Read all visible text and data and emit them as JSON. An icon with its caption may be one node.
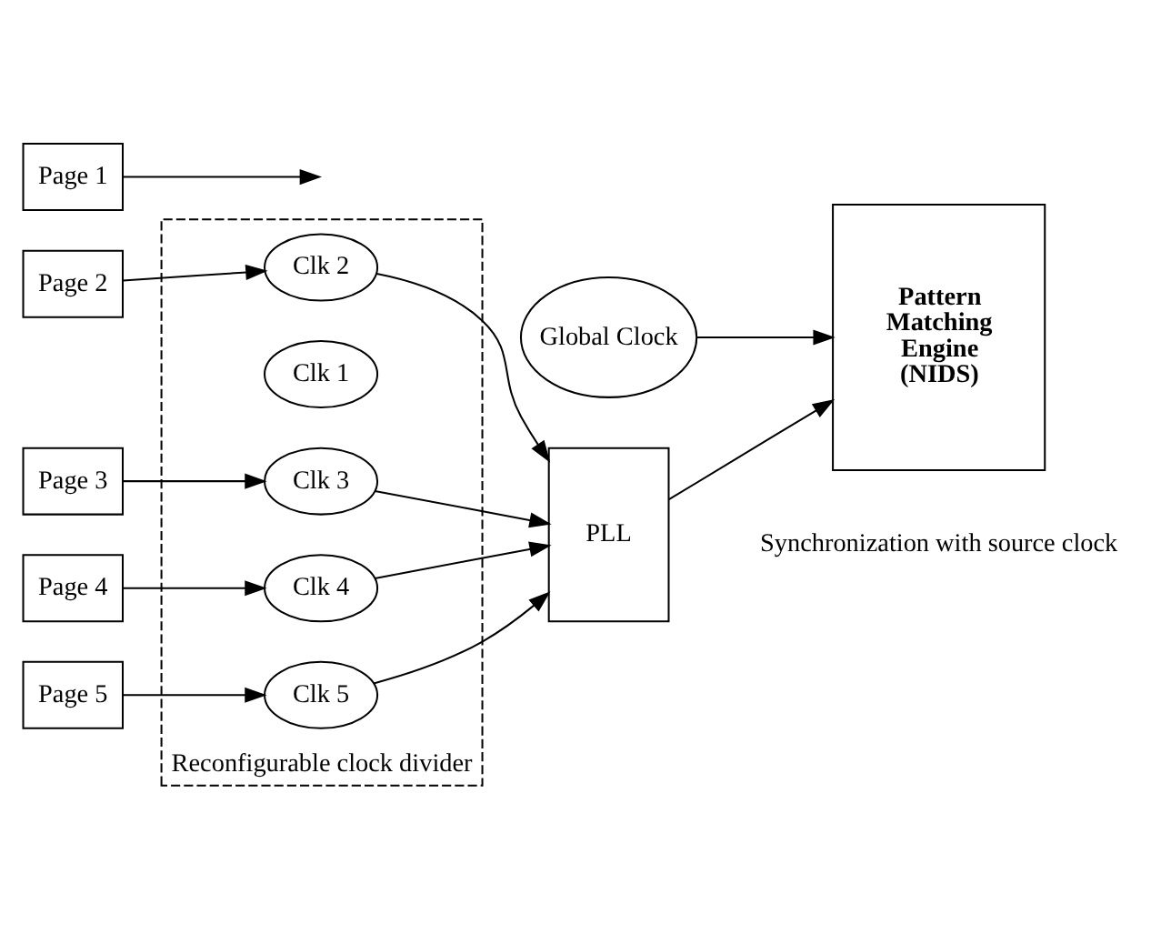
{
  "diagram": {
    "nodes": [
      {
        "text": [
          "Page 1"
        ]
      },
      {
        "text": [
          "Page 2"
        ]
      },
      {
        "text": [
          "Page 3"
        ]
      },
      {
        "text": [
          "Page 4"
        ]
      },
      {
        "text": [
          "Page 5"
        ]
      },
      {
        "text": [
          "Reconfigurable clock divider"
        ]
      },
      {
        "text": [
          "Clk 1"
        ],
        "in": 5
      },
      {
        "text": [
          "Clk 2"
        ],
        "in": 5
      },
      {
        "text": [
          "Clk 3"
        ],
        "in": 5
      },
      {
        "text": [
          "Clk 4"
        ],
        "in": 5
      },
      {
        "text": [
          "Clk 5"
        ],
        "in": 5
      },
      {
        "text": [
          "Global Clock"
        ]
      },
      {
        "text": [
          "PLL"
        ]
      },
      {
        "text": [
          "Pattern Matching Engine (NIDS)"
        ]
      }
    ],
    "edges": [
      {
        "from": 0,
        "to": null,
        "arrow": "to"
      },
      {
        "from": 1,
        "to": 7,
        "arrow": "to"
      },
      {
        "from": 2,
        "to": 8,
        "arrow": "to"
      },
      {
        "from": 3,
        "to": 9,
        "arrow": "to"
      },
      {
        "from": 4,
        "to": 10,
        "arrow": "to"
      },
      {
        "from": 7,
        "to": 12,
        "arrow": "to"
      },
      {
        "from": 8,
        "to": 12,
        "arrow": "to"
      },
      {
        "from": 9,
        "to": 12,
        "arrow": "to"
      },
      {
        "from": 10,
        "to": 12,
        "arrow": "to"
      },
      {
        "from": 12,
        "to": 13,
        "arrow": "to"
      },
      {
        "from": 11,
        "to": 13,
        "arrow": "to"
      }
    ],
    "labels": [
      "Synchronization with source clock"
    ]
  }
}
